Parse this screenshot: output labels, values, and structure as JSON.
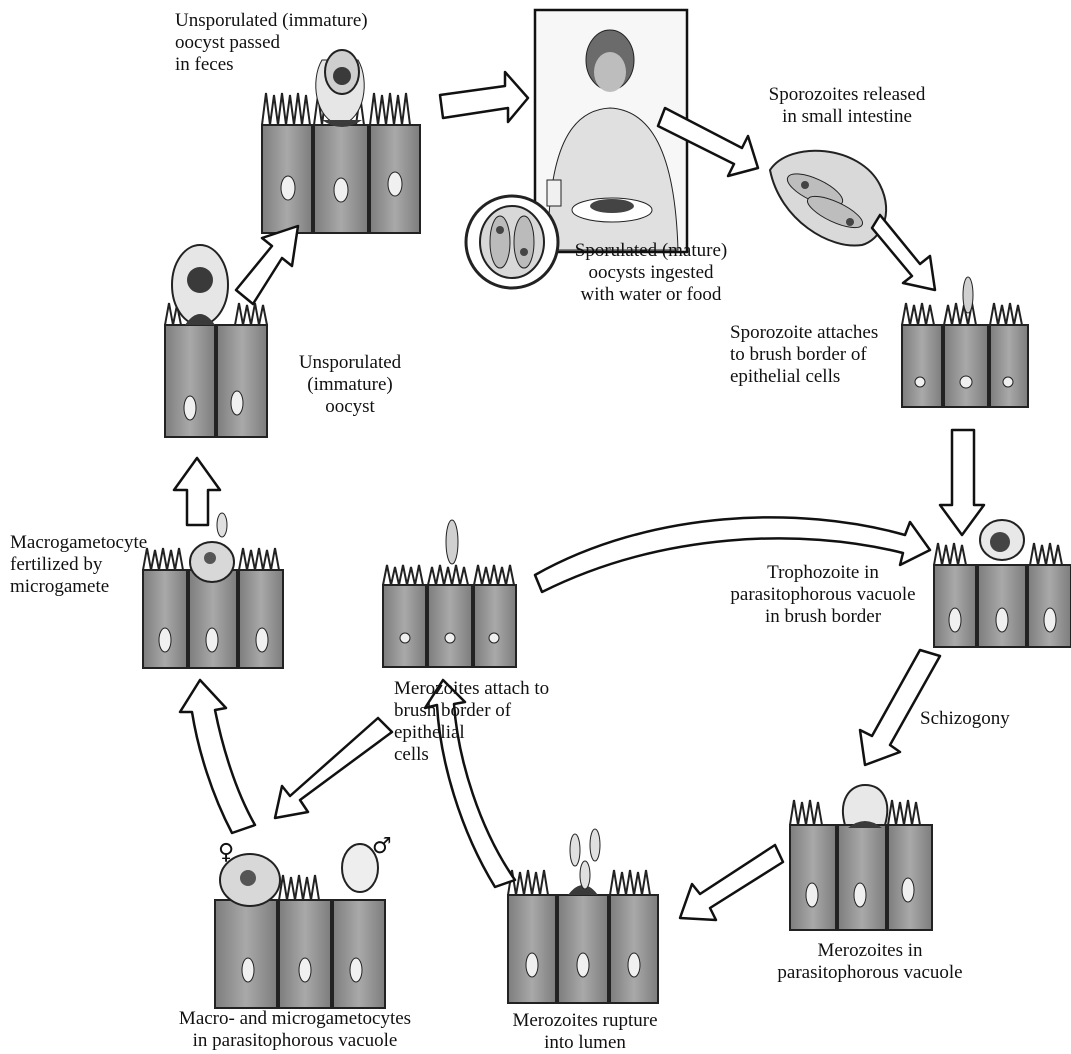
{
  "labels": {
    "unsporulated_passed": "Unsporulated (immature)\noocyst passed\nin feces",
    "sporozoites_released": "Sporozoites released\nin small intestine",
    "sporulated_ingested": "Sporulated (mature)\noocysts ingested\nwith water or food",
    "sporozoite_attaches": "Sporozoite attaches\nto brush border of\nepithelial cells",
    "unsporulated_oocyst": "Unsporulated\n(immature)\noocyst",
    "macrogametocyte_fertilized": "Macrogametocyte\nfertilized by\nmicrogamete",
    "trophozoite": "Trophozoite in\nparasitophorous vacuole\nin brush border",
    "merozoites_attach": "Merozoites attach to\nbrush border of\nepithelial\ncells",
    "schizogony": "Schizogony",
    "merozoites_in_vacuole": "Merozoites in\nparasitophorous vacuole",
    "macro_micro_gametocytes": "Macro- and microgametocytes\nin parasitophorous vacuole",
    "merozoites_rupture": "Merozoites rupture\ninto lumen"
  },
  "symbols": {
    "female": "♀",
    "male": "♂"
  },
  "colors": {
    "cell_fill": "#8f8f8f",
    "cell_light": "#c9c9c9",
    "nucleus": "#f0f0f0",
    "parasite_dark": "#3a3a3a",
    "outline": "#222222",
    "arrow_fill": "#ffffff"
  }
}
